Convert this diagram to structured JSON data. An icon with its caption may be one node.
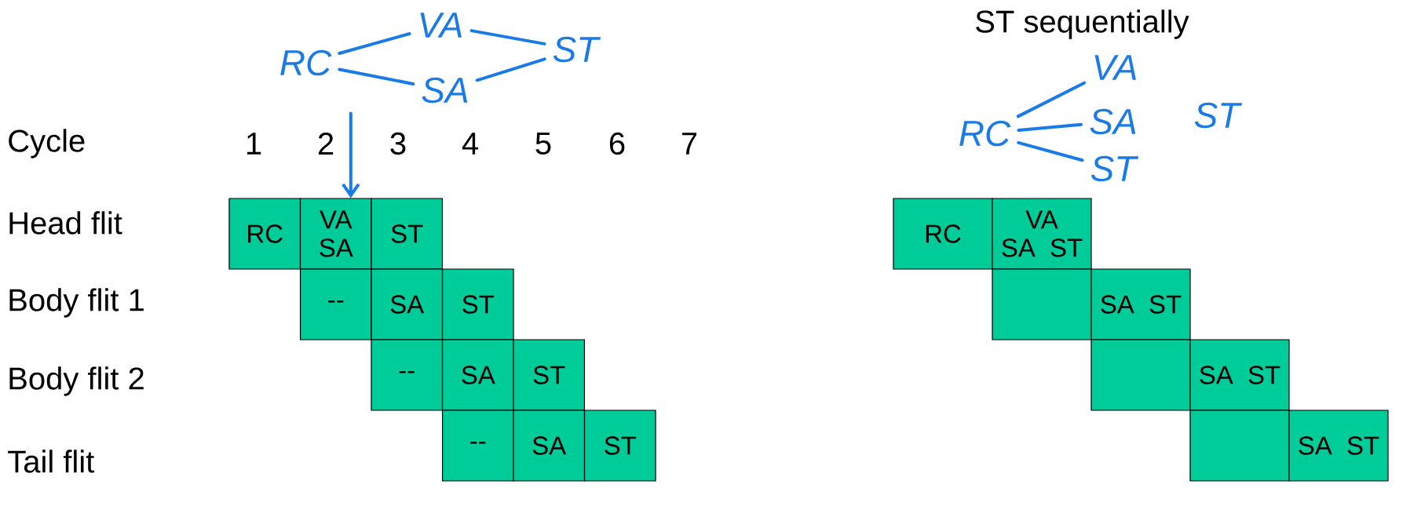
{
  "diagram": {
    "nodes": [
      {
        "text": [
          "RC"
        ]
      },
      {
        "text": [
          "VA"
        ]
      },
      {
        "text": [
          "SA"
        ]
      },
      {
        "text": [
          "ST"
        ]
      },
      {
        "text": [
          "RC"
        ]
      },
      {
        "text": [
          "VA"
        ]
      },
      {
        "text": [
          "SA"
        ]
      },
      {
        "text": [
          "ST"
        ]
      },
      {
        "text": [
          "ST"
        ]
      },
      {
        "text": [
          "RC"
        ]
      },
      {
        "text": [
          "VA SA"
        ]
      },
      {
        "text": [
          "ST"
        ]
      },
      {
        "text": [
          "--"
        ]
      },
      {
        "text": [
          "SA"
        ]
      },
      {
        "text": [
          "ST"
        ]
      },
      {
        "text": [
          "--"
        ]
      },
      {
        "text": [
          "SA"
        ]
      },
      {
        "text": [
          "ST"
        ]
      },
      {
        "text": [
          "--"
        ]
      },
      {
        "text": [
          "SA"
        ]
      },
      {
        "text": [
          "ST"
        ]
      },
      {
        "text": [
          "RC"
        ]
      },
      {
        "text": [
          "VA SA ST"
        ]
      },
      {
        "text": [],
        "shape": "box"
      },
      {
        "text": [
          "SA ST"
        ]
      },
      {
        "text": [],
        "shape": "box"
      },
      {
        "text": [
          "SA ST"
        ]
      },
      {
        "text": [],
        "shape": "box"
      },
      {
        "text": [
          "SA ST"
        ]
      }
    ],
    "edges": [
      {
        "from": 0,
        "to": 1,
        "arrow": "none"
      },
      {
        "from": 0,
        "to": 2,
        "arrow": "none"
      },
      {
        "from": 1,
        "to": 3,
        "arrow": "none"
      },
      {
        "from": 2,
        "to": 3,
        "arrow": "none"
      },
      {
        "from": null,
        "to": 10,
        "arrow": "to"
      },
      {
        "from": 4,
        "to": 5,
        "arrow": "none"
      },
      {
        "from": 4,
        "to": 6,
        "arrow": "none"
      },
      {
        "from": 4,
        "to": 7,
        "arrow": "none"
      }
    ],
    "labels": [
      "ST sequentially",
      "Cycle",
      "1",
      "2",
      "3",
      "4",
      "5",
      "6",
      "7",
      "Head flit",
      "Body flit 1",
      "Body flit 2",
      "Tail flit"
    ]
  }
}
